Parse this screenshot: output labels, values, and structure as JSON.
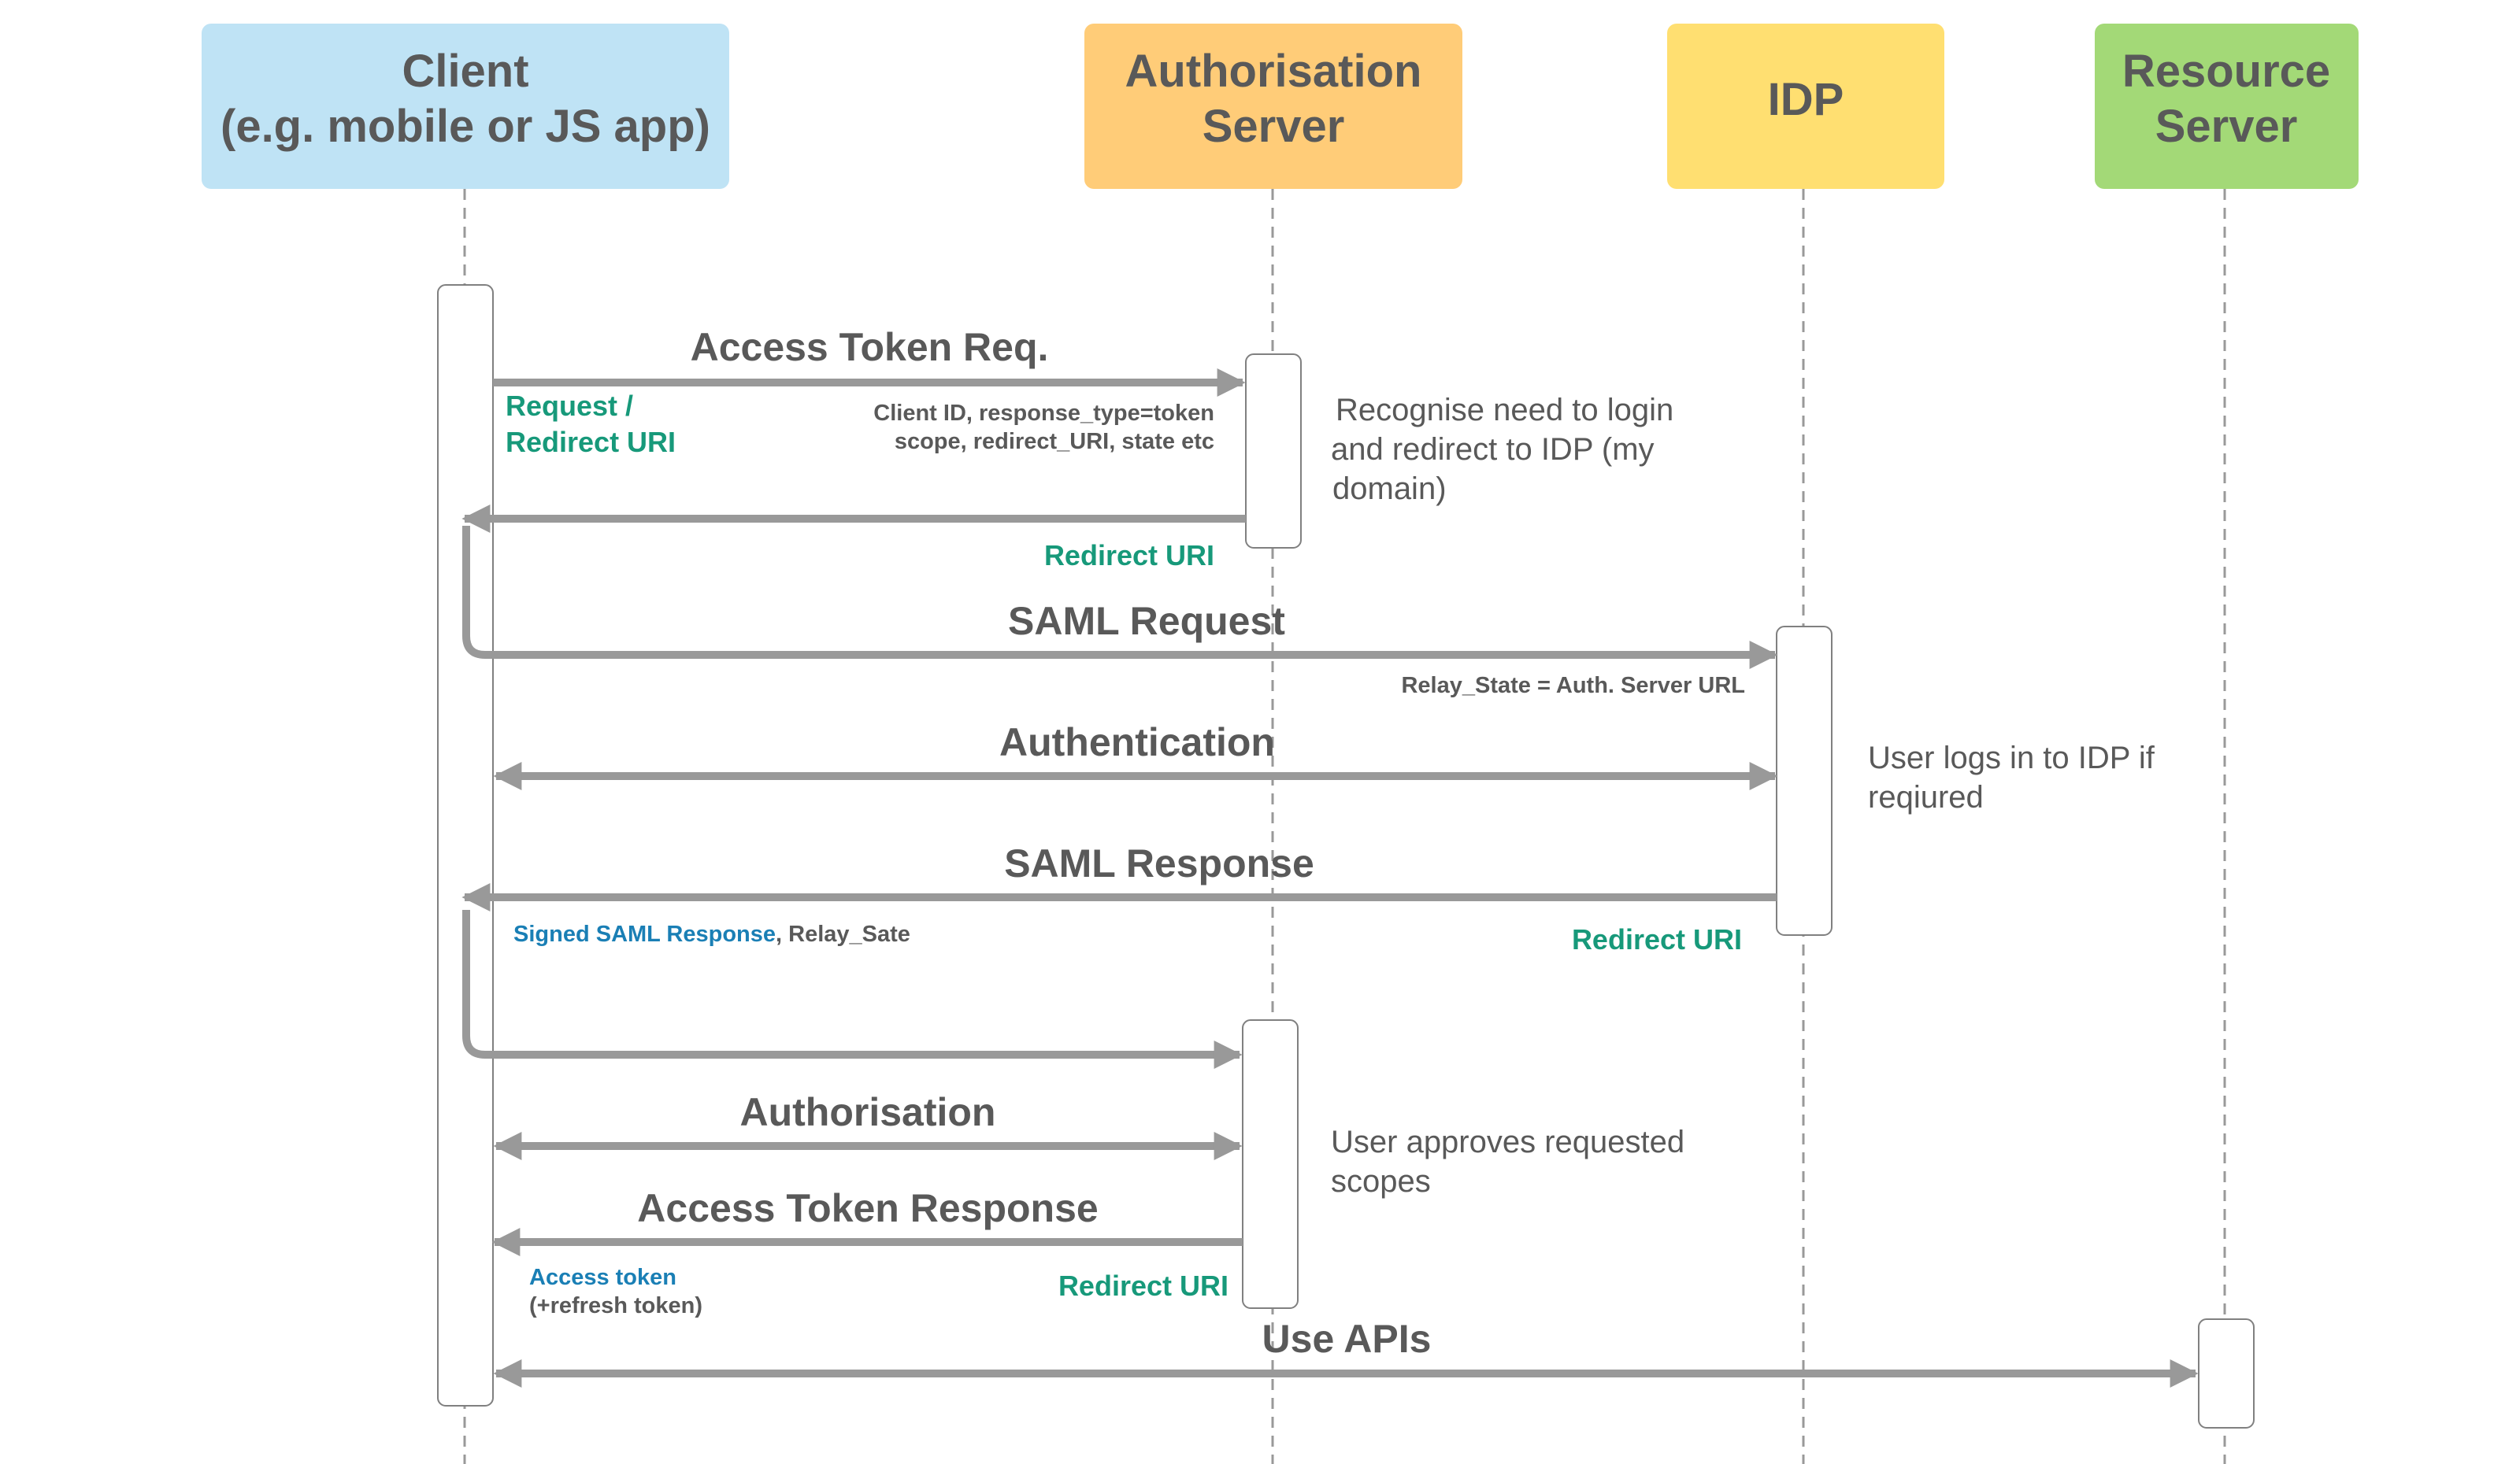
{
  "colors": {
    "client": "#bfe3f5",
    "auth_server": "#ffcc78",
    "idp": "#ffdf71",
    "resource_server": "#a3d977",
    "arrow": "#999999",
    "text": "#595959",
    "green_text": "#17997a",
    "blue_text": "#1a7fb5"
  },
  "actors": {
    "client": {
      "line1": "Client",
      "line2": "(e.g. mobile or JS app)"
    },
    "auth_server": {
      "line1": "Authorisation",
      "line2": "Server"
    },
    "idp": {
      "line1": "IDP"
    },
    "resource_server": {
      "line1": "Resource",
      "line2": "Server"
    }
  },
  "messages": {
    "access_token_req": "Access Token Req.",
    "saml_request": "SAML Request",
    "authentication": "Authentication",
    "saml_response": "SAML Response",
    "authorisation": "Authorisation",
    "access_token_response": "Access Token Response",
    "use_apis": "Use APIs"
  },
  "labels": {
    "request_redirect_1": "Request /",
    "request_redirect_2": "Redirect URI",
    "client_id_line1": "Client ID, response_type=token",
    "client_id_line2": "scope, redirect_URI, state etc",
    "redirect_uri_1": "Redirect URI",
    "relay_state": "Relay_State = Auth. Server URL",
    "redirect_uri_2": "Redirect URI",
    "signed_saml": "Signed SAML Response",
    "relay_sate": ", Relay_Sate",
    "access_token": "Access token",
    "refresh_token": "(+refresh token)",
    "redirect_uri_3": "Redirect URI"
  },
  "notes": {
    "recognise_1": "Recognise need to login",
    "recognise_2": "and redirect to IDP (my",
    "recognise_3": "domain)",
    "user_logs_1": "User logs in to IDP if",
    "user_logs_2": "reqiured",
    "user_approves_1": "User approves requested",
    "user_approves_2": "scopes"
  }
}
